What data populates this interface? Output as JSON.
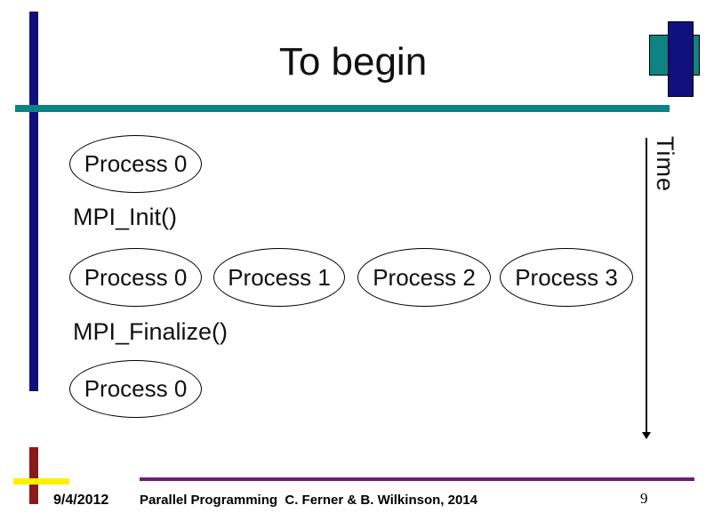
{
  "title": "To begin",
  "time_axis": {
    "label": "Time"
  },
  "diagram": {
    "start_process": "Process 0",
    "init_call": "MPI_Init()",
    "parallel_processes": [
      "Process 0",
      "Process 1",
      "Process 2",
      "Process 3"
    ],
    "finalize_call": "MPI_Finalize()",
    "end_process": "Process 0"
  },
  "footer": {
    "date": "9/4/2012",
    "credit": "Parallel Programming  C. Ferner & B. Wilkinson, 2014",
    "slide_number": "9"
  },
  "colors": {
    "navy": "#10107E",
    "teal": "#0F8283",
    "maroon": "#8B1A1A",
    "yellow": "#FFF000",
    "purple": "#731A78"
  }
}
